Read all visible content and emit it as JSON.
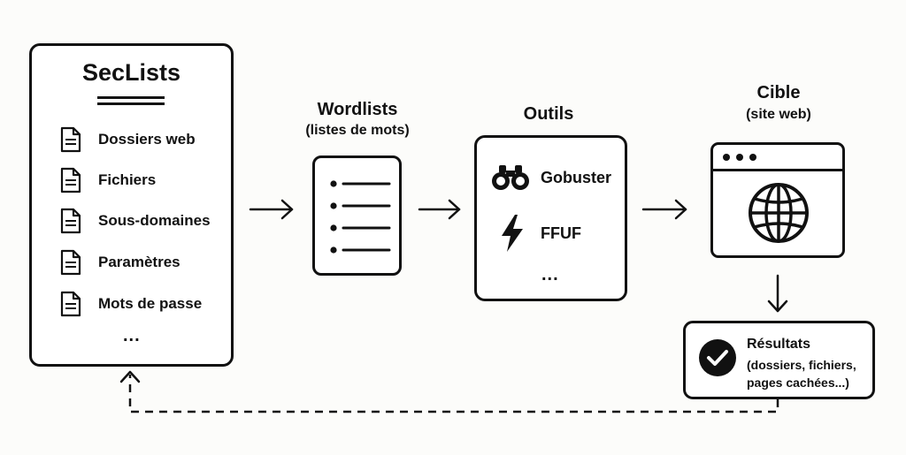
{
  "seclists": {
    "title": "SecLists",
    "items": [
      {
        "label": "Dossiers web",
        "icon": "document-icon"
      },
      {
        "label": "Fichiers",
        "icon": "document-icon"
      },
      {
        "label": "Sous-domaines",
        "icon": "document-icon"
      },
      {
        "label": "Paramètres",
        "icon": "document-icon"
      },
      {
        "label": "Mots de passe",
        "icon": "document-icon"
      }
    ],
    "more": "..."
  },
  "wordlists": {
    "title": "Wordlists",
    "subtitle": "(listes de mots)",
    "icon": "list-icon"
  },
  "outils": {
    "title": "Outils",
    "tools": [
      {
        "label": "Gobuster",
        "icon": "binoculars-icon"
      },
      {
        "label": "FFUF",
        "icon": "lightning-icon"
      }
    ],
    "more": "..."
  },
  "cible": {
    "title": "Cible",
    "subtitle": "(site web)",
    "icon": "browser-globe-icon"
  },
  "resultats": {
    "title": "Résultats",
    "line1": "(dossiers, fichiers,",
    "line2": "pages cachées...)",
    "icon": "check-circle-icon"
  }
}
